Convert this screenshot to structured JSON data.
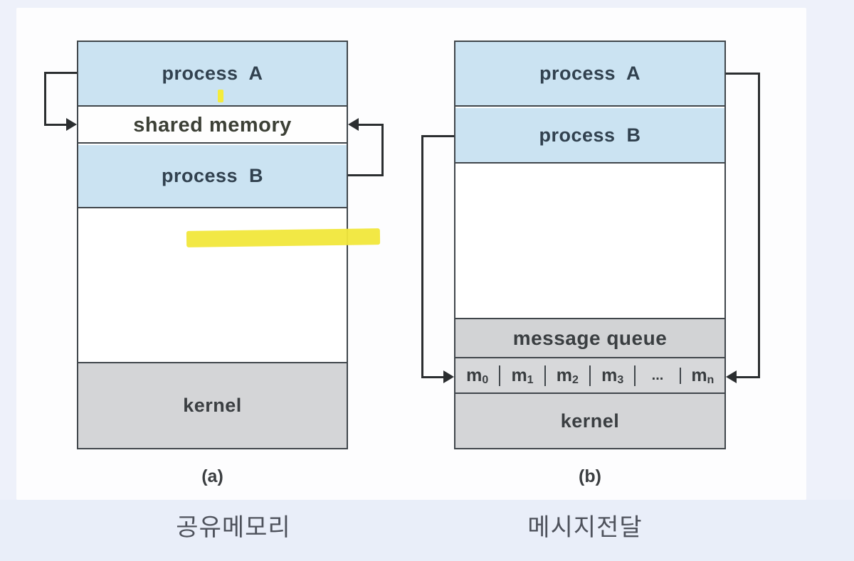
{
  "figure": {
    "description_colors": {
      "page_background": "#eef1fa",
      "card_background": "#fdfdfe",
      "process_fill": "#cbe3f2",
      "kernel_fill": "#d4d5d7",
      "queue_fill": "#d2d3d5",
      "box_border": "#40464b",
      "arrow_color": "#2b2e30",
      "highlight_yellow": "#f1e73b",
      "process_text": "#31414f",
      "caption_text": "#4e525c"
    },
    "diagram_a": {
      "process_a": "process  A",
      "shared_memory": "shared memory",
      "process_b": "process  B",
      "kernel": "kernel",
      "label": "(a)",
      "caption": "공유메모리"
    },
    "diagram_b": {
      "process_a": "process  A",
      "process_b": "process  B",
      "message_queue": "message queue",
      "kernel": "kernel",
      "label": "(b)",
      "caption": "메시지전달",
      "queue_cells": [
        {
          "base": "m",
          "sub": "0"
        },
        {
          "base": "m",
          "sub": "1"
        },
        {
          "base": "m",
          "sub": "2"
        },
        {
          "base": "m",
          "sub": "3"
        },
        {
          "base": "...",
          "sub": ""
        },
        {
          "base": "m",
          "sub": "n"
        }
      ]
    }
  }
}
